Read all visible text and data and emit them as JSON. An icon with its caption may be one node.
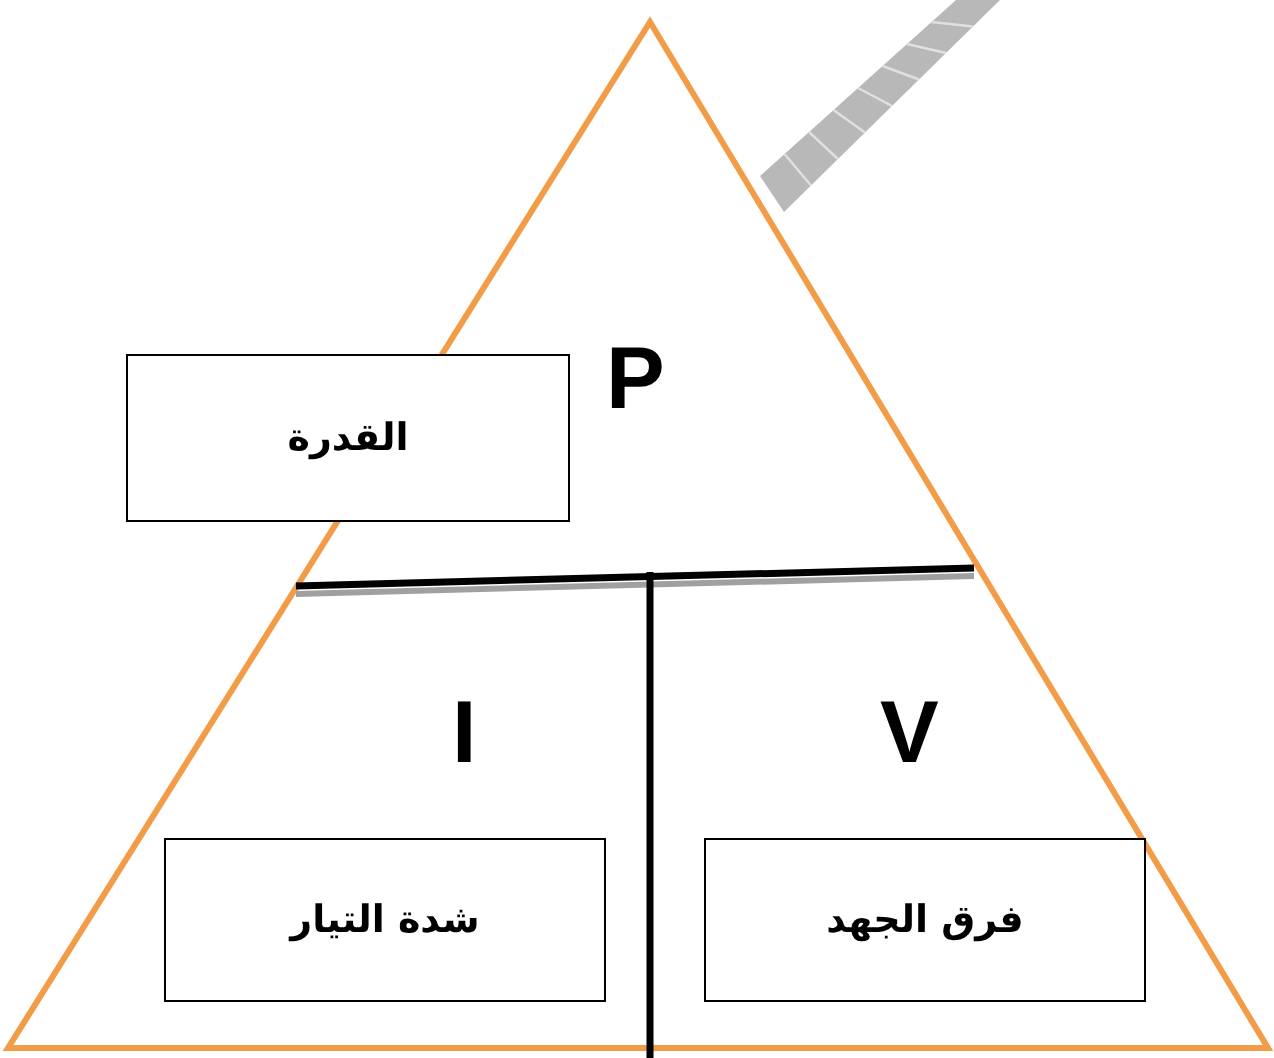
{
  "diagram": {
    "nodes": [
      {
        "text": [
          "القدرة"
        ]
      },
      {
        "text": [
          "شدة التيار"
        ]
      },
      {
        "text": [
          "فرق الجهد"
        ]
      }
    ],
    "labels": [
      "P",
      "I",
      "V"
    ]
  }
}
